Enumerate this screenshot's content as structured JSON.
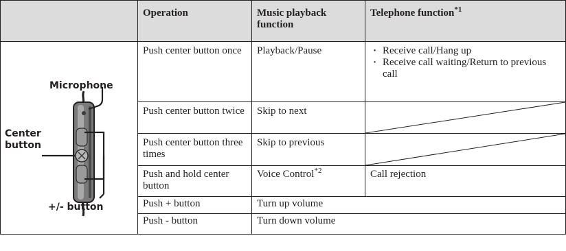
{
  "header": {
    "operation": "Operation",
    "music": "Music playback function",
    "telephone": "Telephone function",
    "telephone_sup": "*1"
  },
  "diagram": {
    "microphone_label": "Microphone",
    "center_label": "Center button",
    "plusminus_label": "+/- button"
  },
  "rows": [
    {
      "operation": "Push center button once",
      "music": "Playback/Pause",
      "telephone": [
        "Receive call/Hang up",
        "Receive call waiting/Return to previous call"
      ]
    },
    {
      "operation": "Push center button twice",
      "music": "Skip to next",
      "telephone_na": true
    },
    {
      "operation": "Push center button three times",
      "music": "Skip to previous",
      "telephone_na": true
    },
    {
      "operation": "Push and hold center button",
      "music": "Voice Control",
      "music_sup": "*2",
      "telephone": "Call rejection"
    },
    {
      "operation": "Push + button",
      "merged": "Turn up volume"
    },
    {
      "operation": "Push - button",
      "merged": "Turn down volume"
    }
  ]
}
